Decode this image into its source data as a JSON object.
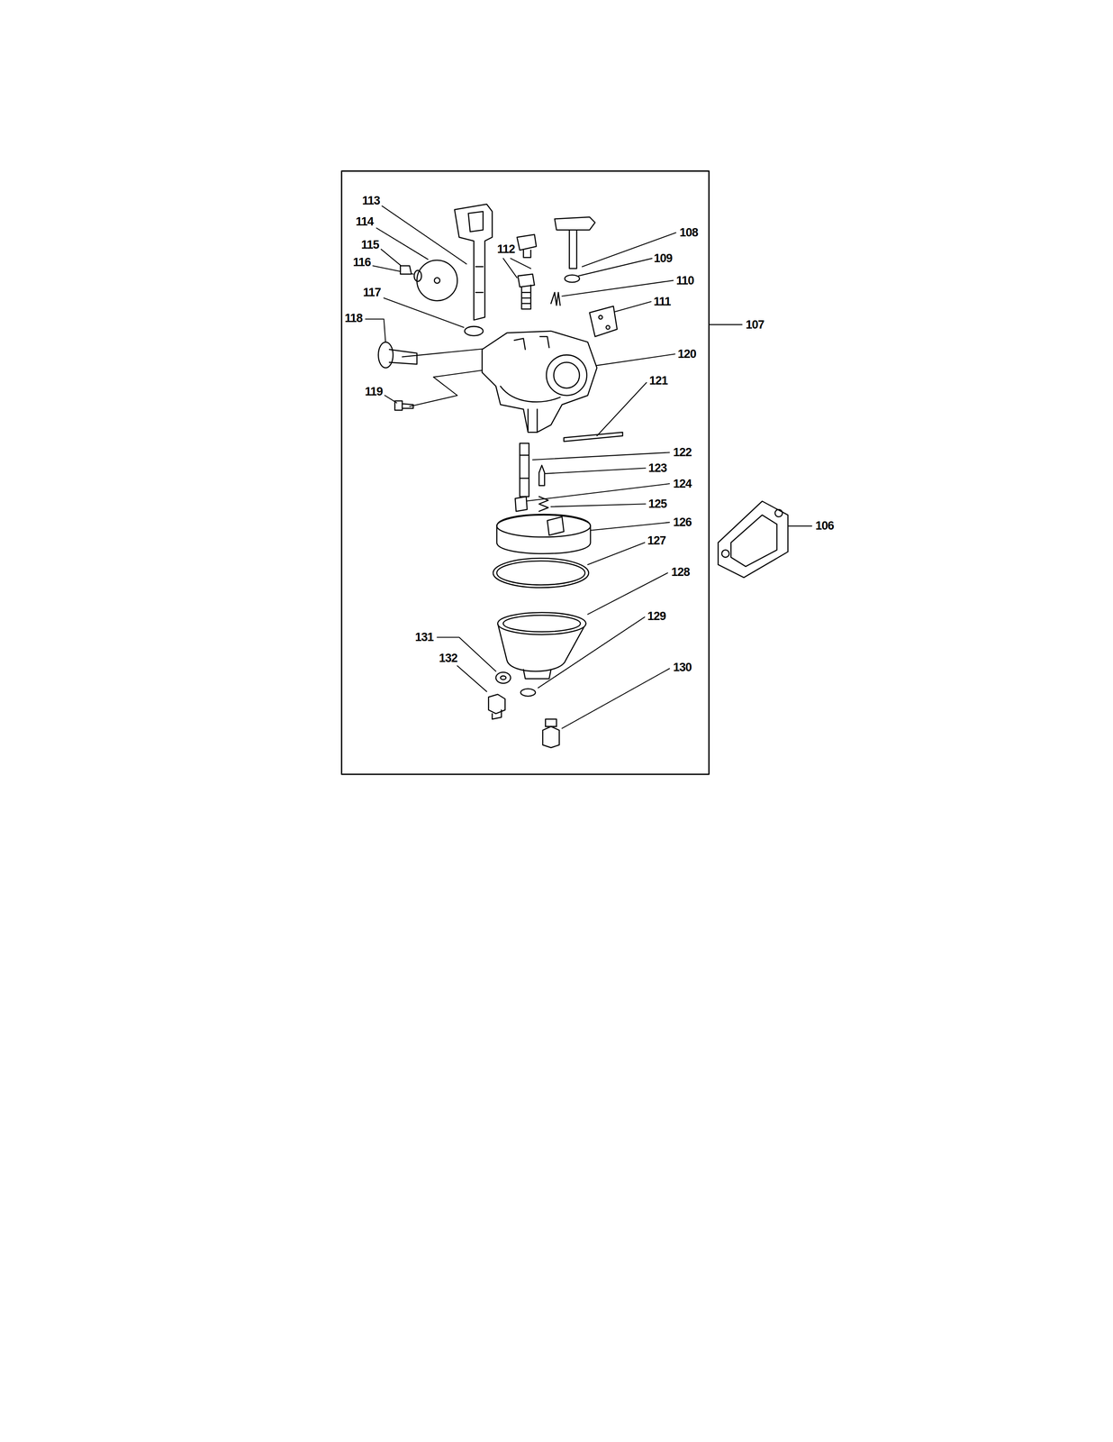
{
  "diagram": {
    "labels": [
      "113",
      "114",
      "115",
      "116",
      "117",
      "118",
      "119",
      "112",
      "108",
      "109",
      "110",
      "111",
      "107",
      "120",
      "121",
      "122",
      "123",
      "124",
      "125",
      "126",
      "127",
      "128",
      "129",
      "130",
      "131",
      "132",
      "106"
    ]
  }
}
